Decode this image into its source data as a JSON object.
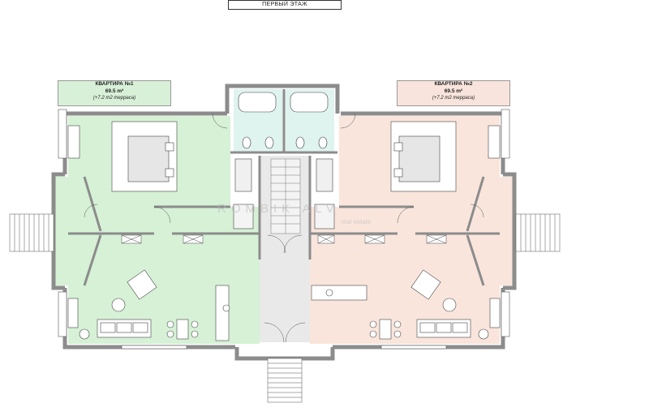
{
  "floor_title": "ПЕРВЫЙ ЭТАЖ",
  "apartments": [
    {
      "name": "КВАРТИРА №1",
      "area": "69.5 m²",
      "terrace": "(+7.2 m2 терраса)",
      "fill": "#d8f0d8"
    },
    {
      "name": "КВАРТИРА №2",
      "area": "69.5 m²",
      "terrace": "(+7.2 m2 терраса)",
      "fill": "#f8e4dc"
    }
  ],
  "colors": {
    "wall": "#8c8c8c",
    "wall_dark": "#6a6a6a",
    "apt1_fill": "#d6f1d6",
    "apt2_fill": "#f9e5dc",
    "stair_fill": "#e9e9e9",
    "bath_fill": "#dff3ef",
    "room_tag": "#b000b0",
    "dimension": "#2050c0"
  },
  "watermark": {
    "text": "ROMBIK ALV",
    "subtext": "real estate"
  }
}
